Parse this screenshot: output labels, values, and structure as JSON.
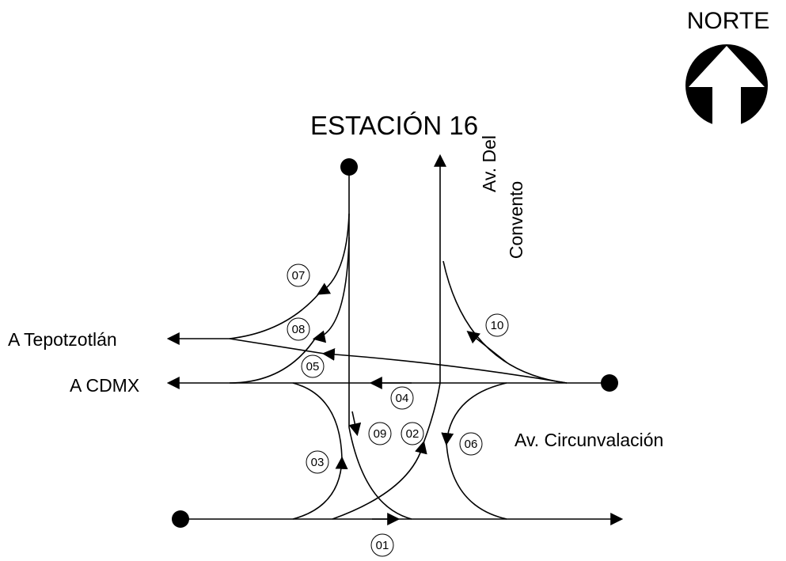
{
  "north": {
    "label": "NORTE",
    "icon": "north-arrow-icon"
  },
  "station": {
    "title": "ESTACIÓN 16"
  },
  "streets": {
    "del_convento": [
      "Av. Del",
      "Convento"
    ],
    "circunvalacion": "Av. Circunvalación",
    "tepotzotlan": "A Tepotzotlán",
    "cdmx": "A CDMX"
  },
  "movements": {
    "m01": "01",
    "m02": "02",
    "m03": "03",
    "m04": "04",
    "m05": "05",
    "m06": "06",
    "m07": "07",
    "m08": "08",
    "m09": "09",
    "m10": "10"
  },
  "colors": {
    "ink": "#000000",
    "background": "#ffffff"
  }
}
